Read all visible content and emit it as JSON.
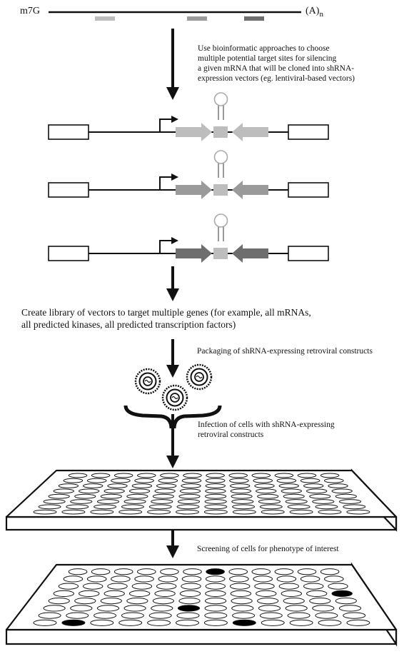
{
  "mrna": {
    "cap_label": "m7G",
    "tail_label": "(A)",
    "tail_subscript": "n",
    "target_site_colors": [
      "#bdbdbd",
      "#9a9a9a",
      "#6e6e6e"
    ]
  },
  "steps": {
    "step1_lines": [
      "Use bioinformatic approaches to choose",
      "multiple potential target sites for silencing",
      "a given mRNA that will be cloned into shRNA-",
      "expression vectors (eg. lentiviral-based vectors)"
    ],
    "step2_lines": [
      "Create library of vectors to target multiple genes (for example, all mRNAs,",
      "all predicted kinases, all predicted transcription factors)"
    ],
    "step3": "Packaging of shRNA-expressing retroviral constructs",
    "step4_lines": [
      "Infection of cells with shRNA-expressing",
      "retroviral constructs"
    ],
    "step5": "Screening of cells for phenotype of interest"
  },
  "vectors": [
    {
      "arrow_color": "#bdbdbd",
      "loop_color": "#bdbdbd"
    },
    {
      "arrow_color": "#9a9a9a",
      "loop_color": "#bdbdbd"
    },
    {
      "arrow_color": "#6e6e6e",
      "loop_color": "#bdbdbd"
    }
  ],
  "colors": {
    "line": "#111111",
    "well_fill": "#ffffff",
    "hit_fill": "#000000"
  }
}
